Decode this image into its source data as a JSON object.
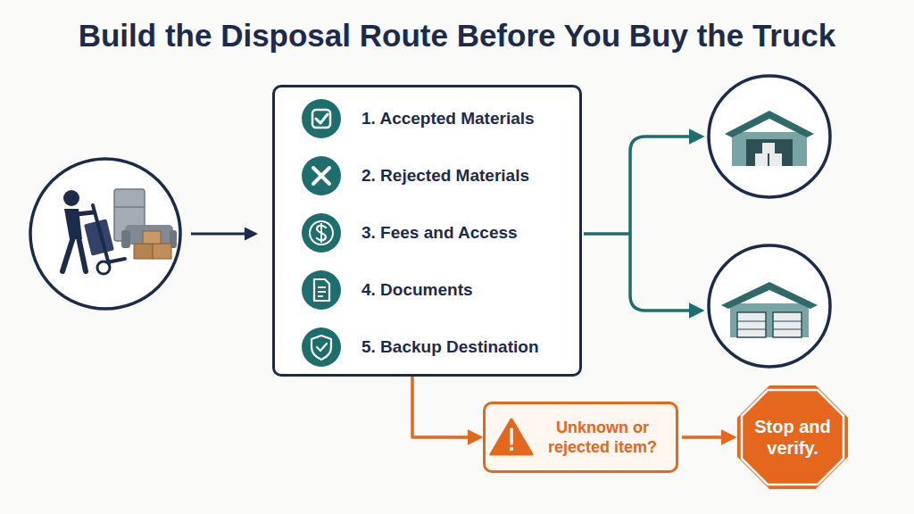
{
  "diagram": {
    "title": "Build the Disposal Route Before You Buy the Truck",
    "nodes": [
      {
        "text": [
          "1. Accepted Materials",
          "2. Rejected Materials",
          "3. Fees and Access",
          "4. Documents",
          "5. Backup Destination"
        ]
      },
      {
        "text": [
          "Unknown or rejected item?"
        ]
      },
      {
        "text": [
          "Stop and verify."
        ]
      }
    ],
    "edges": [
      {
        "from": 0,
        "to": 1,
        "arrow": "to"
      },
      {
        "from": 1,
        "to": 2,
        "arrow": "to"
      }
    ]
  }
}
